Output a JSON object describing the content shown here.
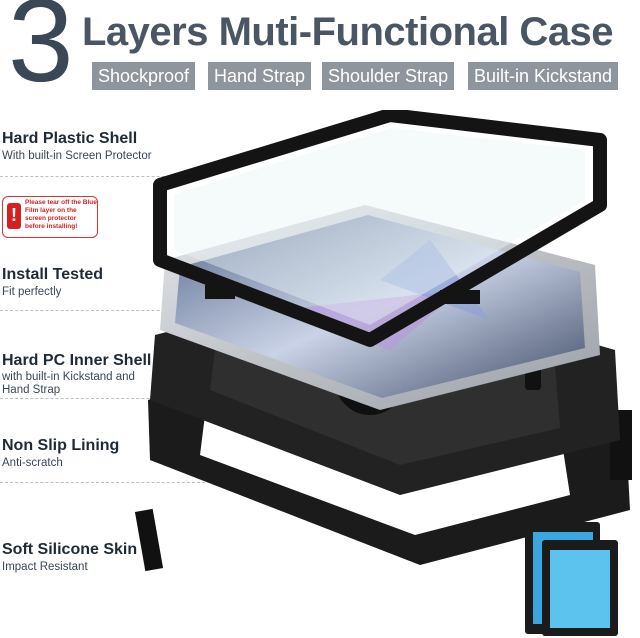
{
  "header": {
    "number": "3",
    "headline": "Layers Muti-Functional Case",
    "tags": [
      "Shockproof",
      "Hand Strap",
      "Shoulder Strap",
      "Built-in Kickstand"
    ]
  },
  "warning": {
    "text": "Please tear off the Blue Film layer on the screen protector before installing!"
  },
  "features": [
    {
      "title": "Hard Plastic Shell",
      "subtitle": "With built-in Screen Protector"
    },
    {
      "title": "Install Tested",
      "subtitle": "Fit perfectly"
    },
    {
      "title": "Hard PC Inner Shell",
      "subtitle": "with built-in Kickstand and Hand Strap"
    },
    {
      "title": "Non Slip Lining",
      "subtitle": "Anti-scratch"
    },
    {
      "title": "Soft Silicone Skin",
      "subtitle": "Impact Resistant"
    }
  ],
  "colors": {
    "tag_bg": "#8e959c",
    "headline": "#4a5663",
    "case_black": "#1b1b1b",
    "screen_blue": "#3aa7e0"
  },
  "icons": [
    "warning-icon"
  ]
}
